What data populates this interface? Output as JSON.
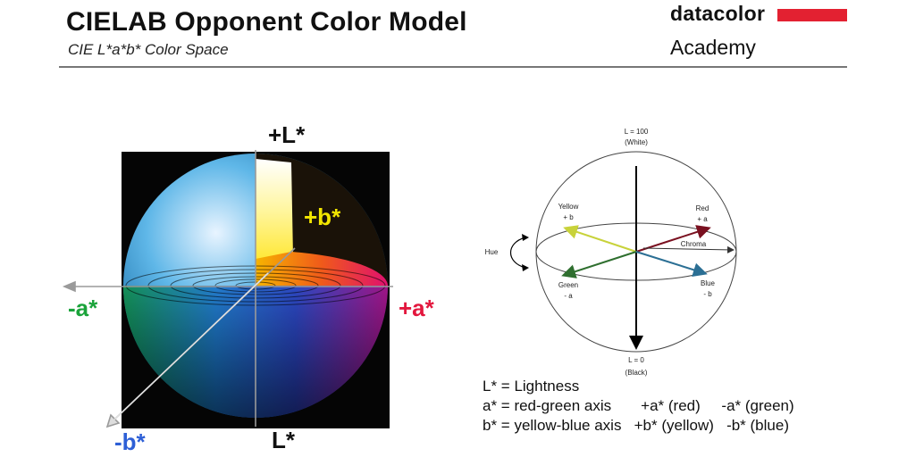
{
  "header": {
    "title": "CIELAB Opponent Color Model",
    "subtitle": "CIE L*a*b* Color Space",
    "brand": "datacolor",
    "academy": "Academy"
  },
  "left_diagram": {
    "plus_L": "+L*",
    "minus_L": "L*",
    "plus_a": "+a*",
    "minus_a": "-a*",
    "plus_b": "+b*",
    "minus_b": "-b*"
  },
  "right_diagram": {
    "top_label_1": "L = 100",
    "top_label_2": "(White)",
    "bottom_label_1": "L = 0",
    "bottom_label_2": "(Black)",
    "yellow_1": "Yellow",
    "yellow_2": "+ b",
    "red_1": "Red",
    "red_2": "+ a",
    "green_1": "Green",
    "green_2": "- a",
    "blue_1": "Blue",
    "blue_2": "- b",
    "chroma": "Chroma",
    "hue": "Hue"
  },
  "legend": {
    "line1": "L* = Lightness",
    "line2": "a* = red-green axis       +a* (red)     -a* (green)",
    "line3": "b* = yellow-blue axis   +b* (yellow)   -b* (blue)"
  },
  "colors": {
    "red": "#e3173e",
    "green": "#1aa33a",
    "blue": "#2d5fd6",
    "yellow": "#f2e600",
    "brand_red": "#e32131"
  }
}
